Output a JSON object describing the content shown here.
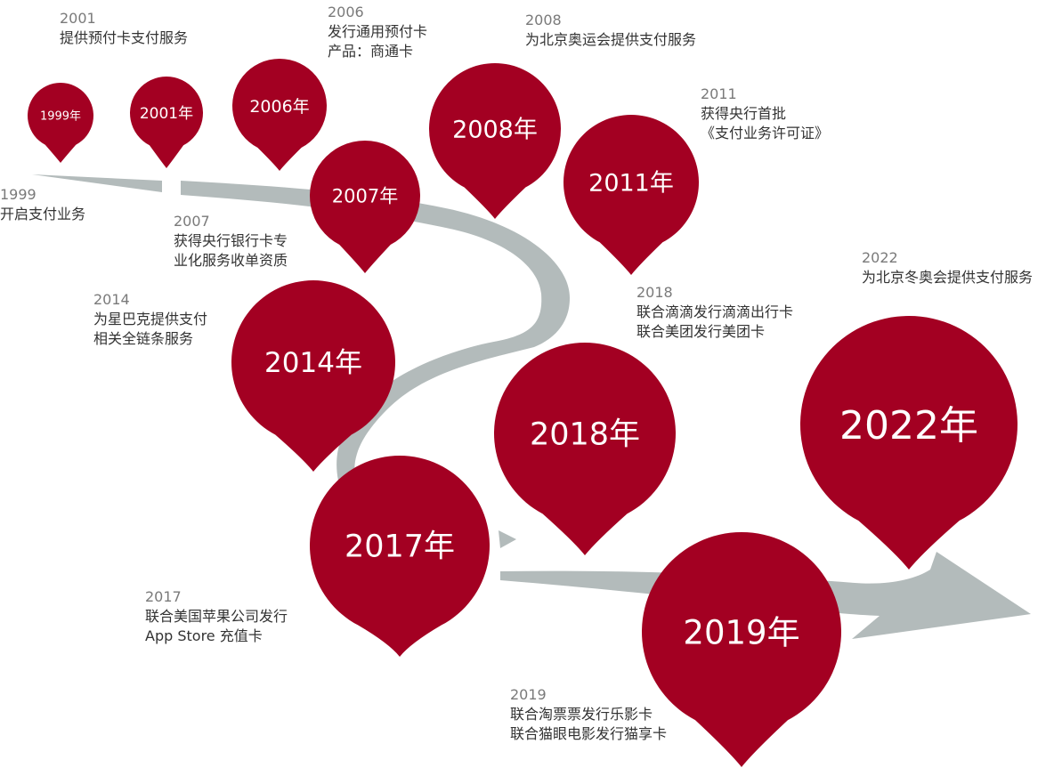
{
  "colors": {
    "pin": "#a30022",
    "path": "#b3bbbb",
    "label": "#ffffff",
    "year_text": "#7a7a7a",
    "body_text": "#333333"
  },
  "pins": [
    {
      "id": "1999",
      "label": "1999年"
    },
    {
      "id": "2001",
      "label": "2001年"
    },
    {
      "id": "2006",
      "label": "2006年"
    },
    {
      "id": "2007",
      "label": "2007年"
    },
    {
      "id": "2008",
      "label": "2008年"
    },
    {
      "id": "2011",
      "label": "2011年"
    },
    {
      "id": "2014",
      "label": "2014年"
    },
    {
      "id": "2017",
      "label": "2017年"
    },
    {
      "id": "2018",
      "label": "2018年"
    },
    {
      "id": "2019",
      "label": "2019年"
    },
    {
      "id": "2022",
      "label": "2022年"
    }
  ],
  "notes": {
    "n1999": {
      "year": "1999",
      "lines": [
        "开启支付业务"
      ]
    },
    "n2001": {
      "year": "2001",
      "lines": [
        "提供预付卡支付服务"
      ]
    },
    "n2006": {
      "year": "2006",
      "lines": [
        "发行通用预付卡",
        "产品：商通卡"
      ]
    },
    "n2007": {
      "year": "2007",
      "lines": [
        "获得央行银行卡专",
        "业化服务收单资质"
      ]
    },
    "n2008": {
      "year": "2008",
      "lines": [
        "为北京奥运会提供支付服务"
      ]
    },
    "n2011": {
      "year": "2011",
      "lines": [
        "获得央行首批",
        "《支付业务许可证》"
      ]
    },
    "n2014": {
      "year": "2014",
      "lines": [
        "为星巴克提供支付",
        "相关全链条服务"
      ]
    },
    "n2017": {
      "year": "2017",
      "lines": [
        "联合美国苹果公司发行",
        "App Store 充值卡"
      ]
    },
    "n2018": {
      "year": "2018",
      "lines": [
        "联合滴滴发行滴滴出行卡",
        "联合美团发行美团卡"
      ]
    },
    "n2019": {
      "year": "2019",
      "lines": [
        "联合淘票票发行乐影卡",
        "联合猫眼电影发行猫享卡"
      ]
    },
    "n2022": {
      "year": "2022",
      "lines": [
        "为北京冬奥会提供支付服务"
      ]
    }
  }
}
